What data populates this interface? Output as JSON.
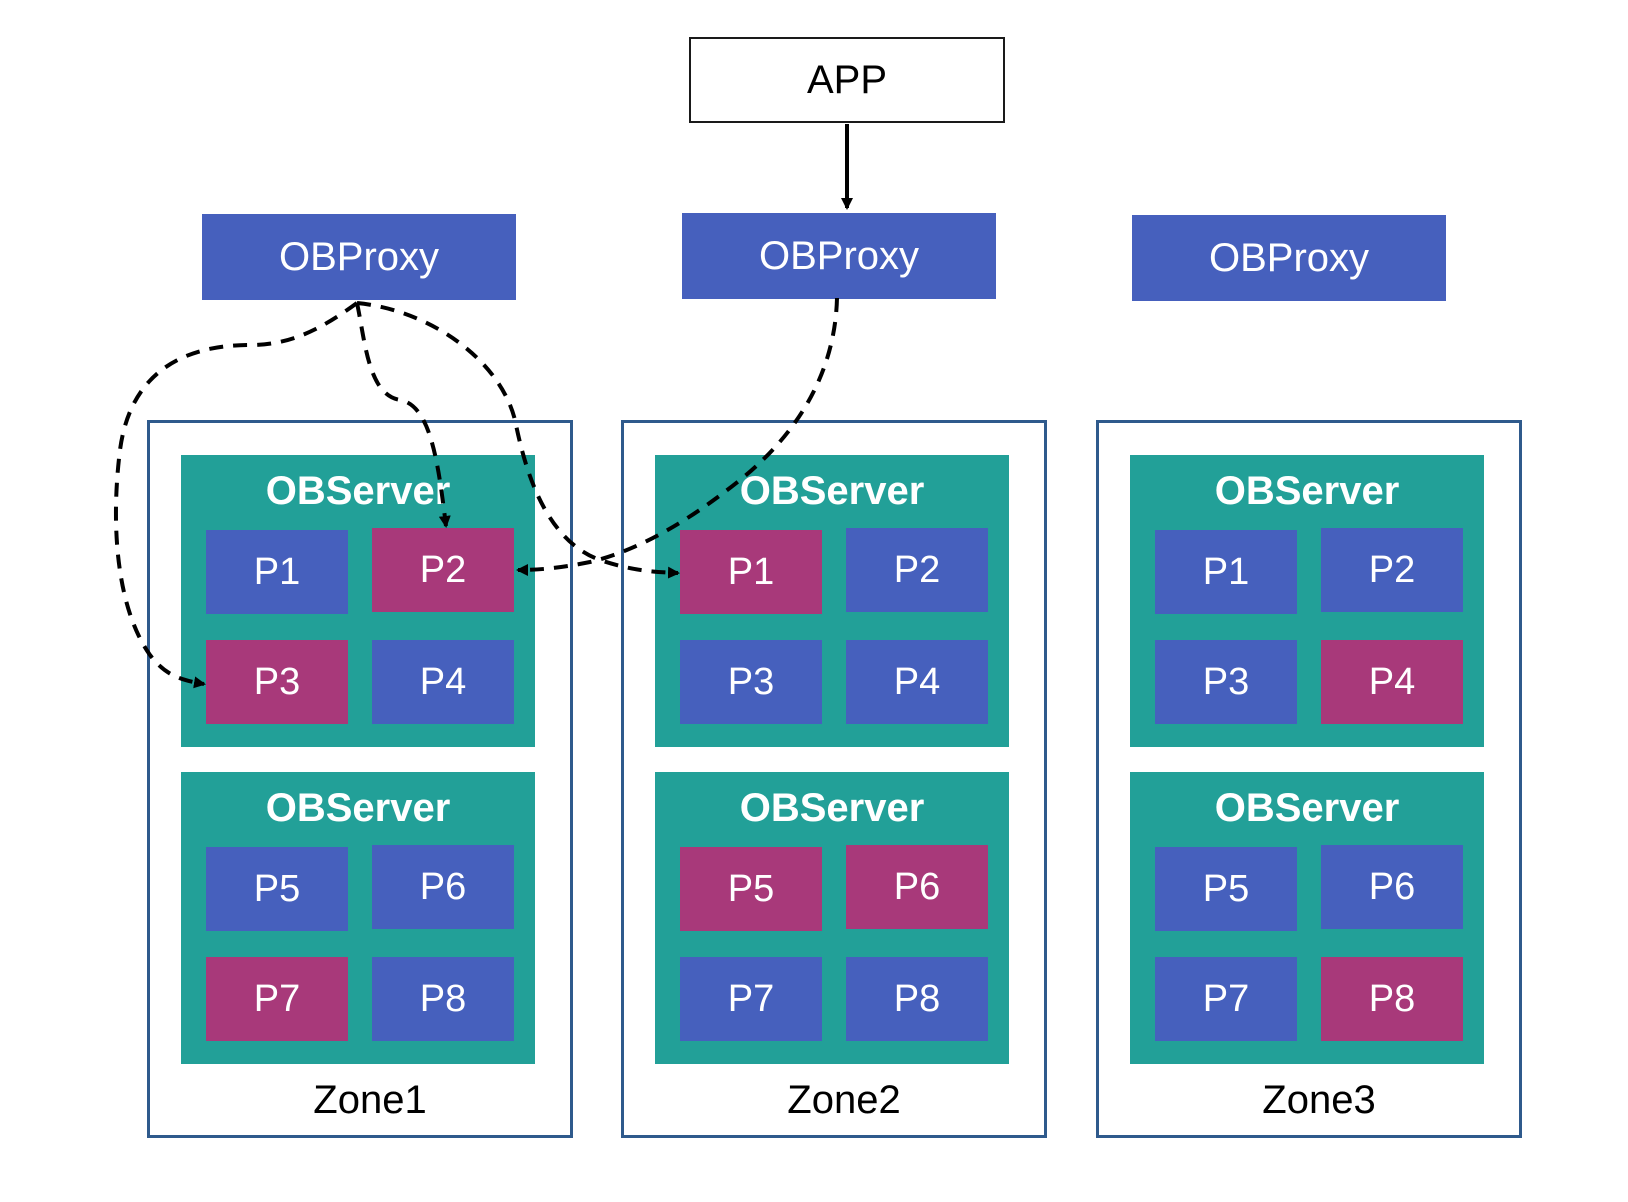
{
  "colors": {
    "proxy": "#4660bd",
    "server": "#22a098",
    "partition_follower": "#4660bd",
    "partition_leader": "#a8397a",
    "zone_border": "#2f5a8c",
    "arrow": "#000000"
  },
  "app": {
    "label": "APP"
  },
  "proxies": [
    {
      "label": "OBProxy"
    },
    {
      "label": "OBProxy"
    },
    {
      "label": "OBProxy"
    }
  ],
  "zones": [
    {
      "label": "Zone1",
      "servers": [
        {
          "title": "OBServer",
          "partitions": [
            {
              "label": "P1",
              "leader": false
            },
            {
              "label": "P2",
              "leader": true
            },
            {
              "label": "P3",
              "leader": true
            },
            {
              "label": "P4",
              "leader": false
            }
          ]
        },
        {
          "title": "OBServer",
          "partitions": [
            {
              "label": "P5",
              "leader": false
            },
            {
              "label": "P6",
              "leader": false
            },
            {
              "label": "P7",
              "leader": true
            },
            {
              "label": "P8",
              "leader": false
            }
          ]
        }
      ]
    },
    {
      "label": "Zone2",
      "servers": [
        {
          "title": "OBServer",
          "partitions": [
            {
              "label": "P1",
              "leader": true
            },
            {
              "label": "P2",
              "leader": false
            },
            {
              "label": "P3",
              "leader": false
            },
            {
              "label": "P4",
              "leader": false
            }
          ]
        },
        {
          "title": "OBServer",
          "partitions": [
            {
              "label": "P5",
              "leader": true
            },
            {
              "label": "P6",
              "leader": true
            },
            {
              "label": "P7",
              "leader": false
            },
            {
              "label": "P8",
              "leader": false
            }
          ]
        }
      ]
    },
    {
      "label": "Zone3",
      "servers": [
        {
          "title": "OBServer",
          "partitions": [
            {
              "label": "P1",
              "leader": false
            },
            {
              "label": "P2",
              "leader": false
            },
            {
              "label": "P3",
              "leader": false
            },
            {
              "label": "P4",
              "leader": true
            }
          ]
        },
        {
          "title": "OBServer",
          "partitions": [
            {
              "label": "P5",
              "leader": false
            },
            {
              "label": "P6",
              "leader": false
            },
            {
              "label": "P7",
              "leader": false
            },
            {
              "label": "P8",
              "leader": true
            }
          ]
        }
      ]
    }
  ]
}
